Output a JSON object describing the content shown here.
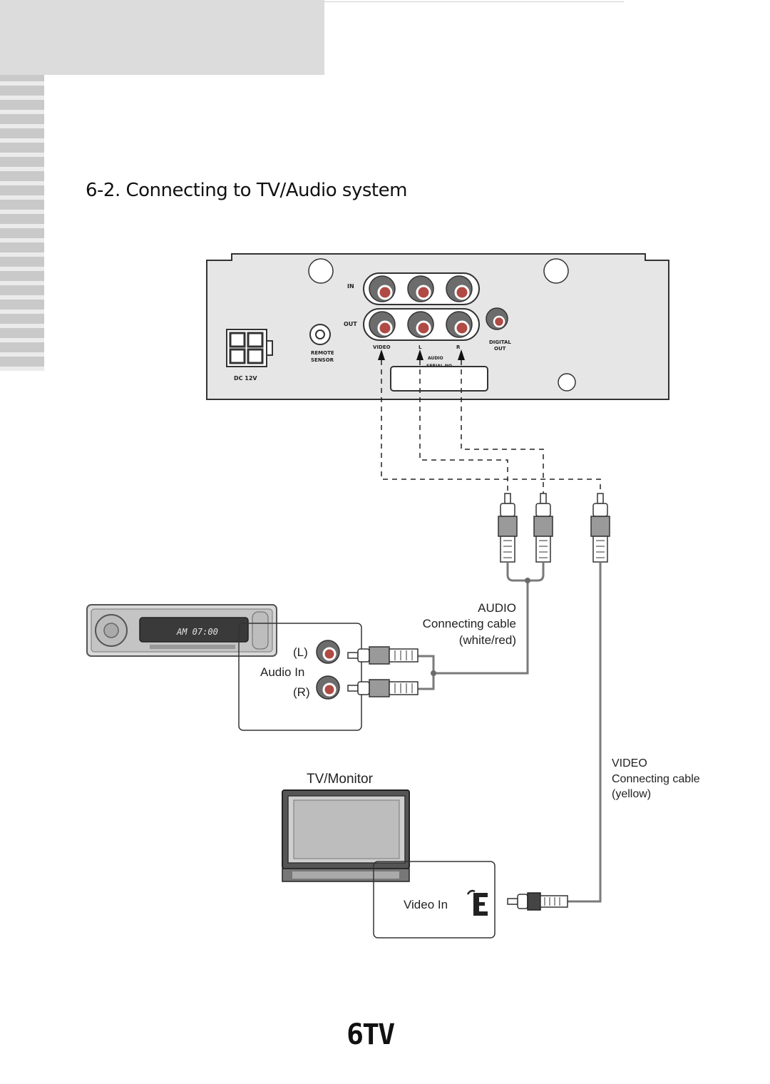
{
  "title": "6-2. Connecting to TV/Audio system",
  "unit_panel": {
    "in_label": "IN",
    "out_label": "OUT",
    "dc_label": "DC 12V",
    "remote_sensor_line1": "REMOTE",
    "remote_sensor_line2": "SENSOR",
    "digital_out_line1": "DIGITAL",
    "digital_out_line2": "OUT",
    "video_jack_label": "VIDEO",
    "left_jack_label": "L",
    "right_jack_label": "R",
    "audio_label": "AUDIO",
    "serial_label": "SERIAL NO."
  },
  "audio_cable": {
    "line1": "AUDIO",
    "line2": "Connecting cable",
    "line3": "(white/red)"
  },
  "video_cable": {
    "line1": "VIDEO",
    "line2": "Connecting cable",
    "line3": "(yellow)"
  },
  "audio_device": {
    "display_text": "AM  07:00",
    "input_label": "Audio In",
    "left_label": "(L)",
    "right_label": "(R)"
  },
  "tv": {
    "label": "TV/Monitor",
    "input_label": "Video In"
  },
  "page_number": "6TV",
  "colors": {
    "panel_fill": "#e4e4e4",
    "jack_outer": "#6c6c6c",
    "jack_inner": "#b04a45",
    "cable": "#7a7a7a"
  }
}
